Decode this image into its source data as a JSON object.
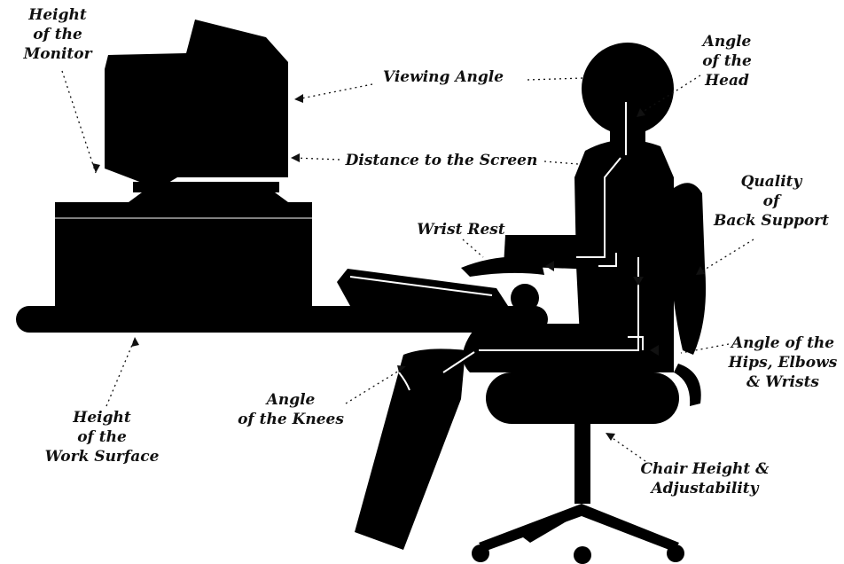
{
  "colors": {
    "silhouette": "#000000",
    "background": "#ffffff",
    "text": "#111111",
    "guide": "#ffffff"
  },
  "labels": {
    "height_monitor": [
      "Height",
      "of the",
      "Monitor"
    ],
    "viewing_angle": [
      "Viewing Angle"
    ],
    "angle_head": [
      "Angle",
      "of the",
      "Head"
    ],
    "distance_screen": [
      "Distance to the Screen"
    ],
    "quality_back": [
      "Quality",
      "of",
      "Back Support"
    ],
    "wrist_rest": [
      "Wrist Rest"
    ],
    "angle_hips": [
      "Angle of the",
      "Hips, Elbows",
      "& Wrists"
    ],
    "angle_knees": [
      "Angle",
      "of the Knees"
    ],
    "height_work": [
      "Height",
      "of the",
      "Work Surface"
    ],
    "chair_height": [
      "Chair Height &",
      "Adjustability"
    ]
  }
}
